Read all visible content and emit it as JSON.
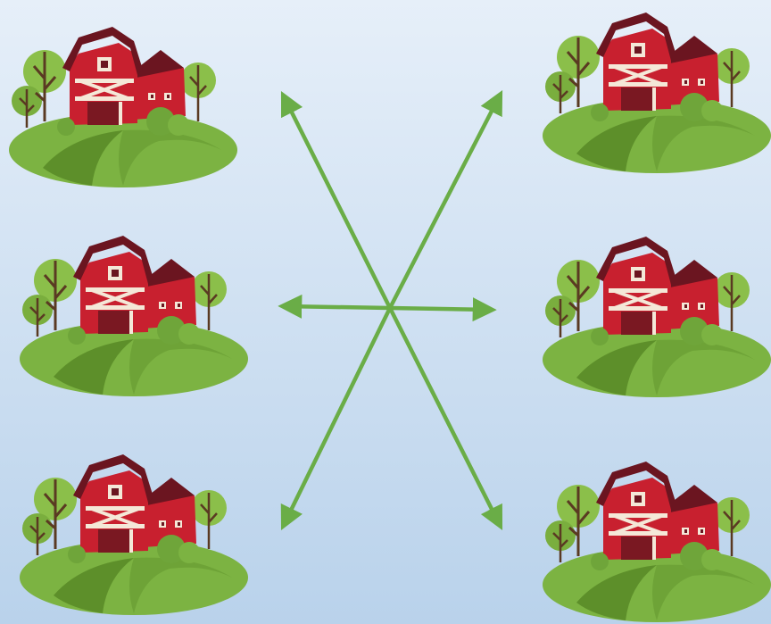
{
  "scene": {
    "background_top": "#e6eff9",
    "background_bottom": "#b9d2eb",
    "arrow_color": "#6aad47"
  },
  "farms": [
    {
      "id": "farm-top-left",
      "icon": "barn-farm-icon"
    },
    {
      "id": "farm-middle-left",
      "icon": "barn-farm-icon"
    },
    {
      "id": "farm-bottom-left",
      "icon": "barn-farm-icon"
    },
    {
      "id": "farm-top-right",
      "icon": "barn-farm-icon"
    },
    {
      "id": "farm-middle-right",
      "icon": "barn-farm-icon"
    },
    {
      "id": "farm-bottom-right",
      "icon": "barn-farm-icon"
    }
  ],
  "colors": {
    "barn_red": "#c8202f",
    "barn_roof": "#6b1520",
    "barn_trim": "#f4e8d8",
    "grass_light": "#7cb342",
    "grass_dark": "#5d8f2a",
    "tree_green": "#8bbf4a",
    "tree_trunk": "#5a3a22"
  }
}
